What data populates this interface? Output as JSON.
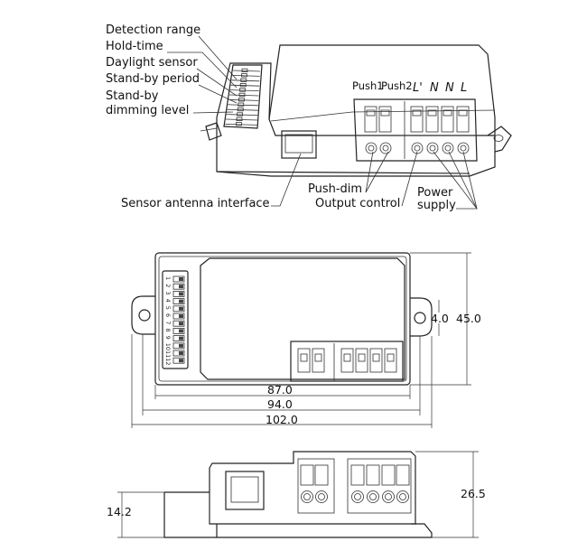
{
  "labels": {
    "detection_range": "Detection range",
    "hold_time": "Hold-time",
    "daylight_sensor": "Daylight sensor",
    "standby_period": "Stand-by period",
    "standby_dimming_1": "Stand-by",
    "standby_dimming_2": "dimming level",
    "sensor_antenna": "Sensor antenna interface",
    "push_dim": "Push-dim",
    "output_control": "Output control",
    "power_supply_1": "Power",
    "power_supply_2": "supply"
  },
  "terminals": {
    "push1": "Push1",
    "push2": "Push2",
    "l_out": "L'",
    "n1": "N",
    "n2": "N",
    "l": "L"
  },
  "dip_numbers": [
    "1",
    "2",
    "3",
    "4",
    "5",
    "6",
    "7",
    "8",
    "9",
    "10",
    "11",
    "12"
  ],
  "dimensions": {
    "length_87": "87.0",
    "length_94": "94.0",
    "length_102": "102.0",
    "height_45": "45.0",
    "hole_4": "4.0",
    "side_14": "14.2",
    "side_26": "26.5"
  }
}
